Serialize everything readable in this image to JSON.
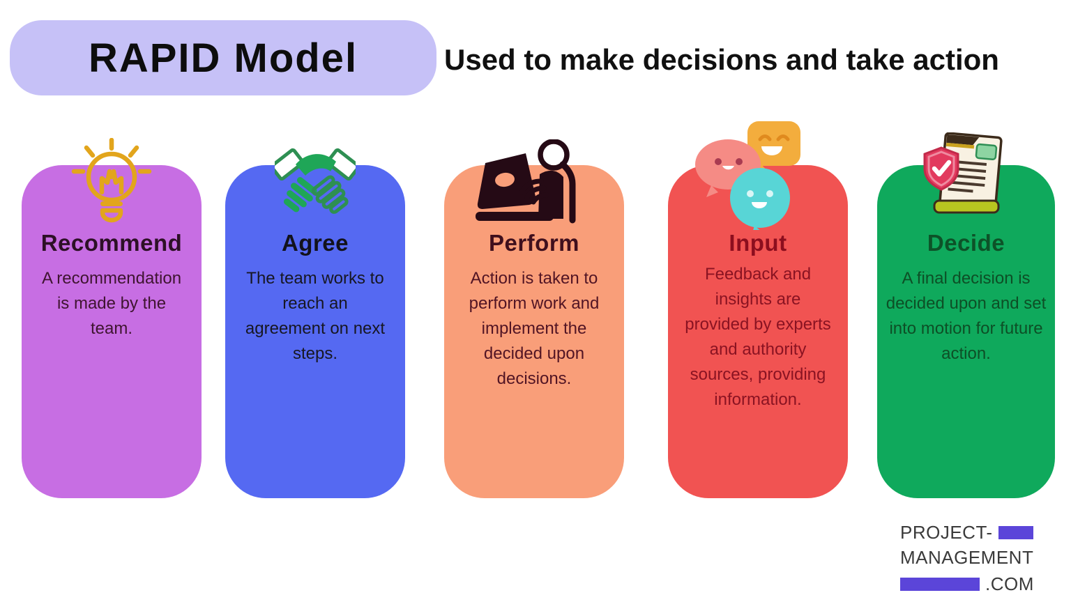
{
  "header": {
    "title": "RAPID Model",
    "subtitle": "Used to make decisions and take action",
    "pill_color": "#c6c1f7"
  },
  "cards": [
    {
      "icon": "lightbulb-icon",
      "title": "Recommend",
      "description": "A recommendation is made by the team.",
      "colors": {
        "background": "#c76ee3",
        "title": "#2d1026",
        "text": "#3f1430",
        "icon_accent": "#e2a51c"
      }
    },
    {
      "icon": "handshake-icon",
      "title": "Agree",
      "description": "The team works to reach an agreement on next steps.",
      "colors": {
        "background": "#5569f2",
        "title": "#12121c",
        "text": "#171722",
        "icon_accent": "#1fa657"
      }
    },
    {
      "icon": "person-laptop-icon",
      "title": "Perform",
      "description": "Action is taken to perform work and implement the decided upon decisions.",
      "colors": {
        "background": "#f99e79",
        "title": "#3f0f1d",
        "text": "#511424",
        "icon_accent": "#250a15"
      }
    },
    {
      "icon": "chat-bubbles-icon",
      "title": "Input",
      "description": "Feedback and insights are provided by experts and authority sources, providing information.",
      "colors": {
        "background": "#f15352",
        "title": "#8c0e1e",
        "text": "#8a1322",
        "icon_accent": "#f3ad3d"
      }
    },
    {
      "icon": "document-check-icon",
      "title": "Decide",
      "description": "A final decision is decided upon and set into motion for future action.",
      "colors": {
        "background": "#0fa95c",
        "title": "#0d5228",
        "text": "#0d4f26",
        "icon_accent": "#e23a5e"
      }
    }
  ],
  "footer_logo": {
    "line1": "PROJECT-",
    "line2": "MANAGEMENT",
    "line3_suffix": ".COM",
    "accent_color": "#5b45d9",
    "text_color": "#3a3a3a"
  }
}
